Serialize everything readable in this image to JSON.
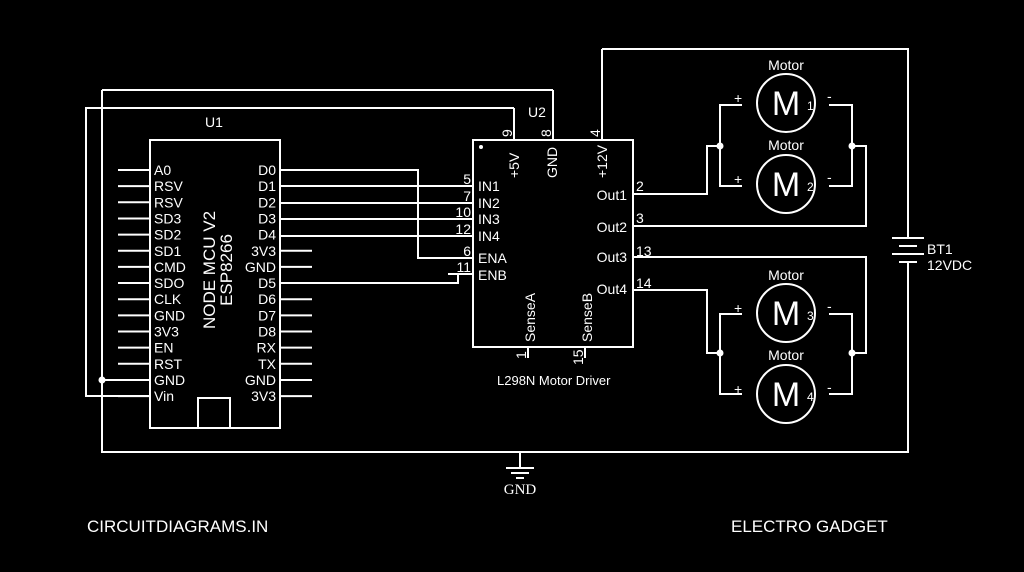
{
  "mcu": {
    "ref": "U1",
    "name_line1": "NODE MCU V2",
    "name_line2": "ESP8266",
    "left_pins": [
      "A0",
      "RSV",
      "RSV",
      "SD3",
      "SD2",
      "SD1",
      "CMD",
      "SDO",
      "CLK",
      "GND",
      "3V3",
      "EN",
      "RST",
      "GND",
      "Vin"
    ],
    "right_pins": [
      "D0",
      "D1",
      "D2",
      "D3",
      "D4",
      "3V3",
      "GND",
      "D5",
      "D6",
      "D7",
      "D8",
      "RX",
      "TX",
      "GND",
      "3V3"
    ]
  },
  "driver": {
    "ref": "U2",
    "name": "L298N Motor Driver",
    "left_pins": [
      {
        "label": "IN1",
        "num": "5"
      },
      {
        "label": "IN2",
        "num": "7"
      },
      {
        "label": "IN3",
        "num": "10"
      },
      {
        "label": "IN4",
        "num": "12"
      },
      {
        "label": "ENA",
        "num": "6"
      },
      {
        "label": "ENB",
        "num": "11"
      }
    ],
    "top_pins": [
      {
        "label": "+5V",
        "num": "9"
      },
      {
        "label": "GND",
        "num": "8"
      },
      {
        "label": "+12V",
        "num": "4"
      }
    ],
    "right_pins": [
      {
        "label": "Out1",
        "num": "2"
      },
      {
        "label": "Out2",
        "num": "3"
      },
      {
        "label": "Out3",
        "num": "13"
      },
      {
        "label": "Out4",
        "num": "14"
      }
    ],
    "bottom_pins": [
      {
        "label": "SenseA",
        "num": "1"
      },
      {
        "label": "SenseB",
        "num": "15"
      }
    ]
  },
  "motors": [
    {
      "title": "Motor",
      "symbol": "M",
      "num": "1",
      "plus": "+",
      "minus": "-"
    },
    {
      "title": "Motor",
      "symbol": "M",
      "num": "2",
      "plus": "+",
      "minus": "-"
    },
    {
      "title": "Motor",
      "symbol": "M",
      "num": "3",
      "plus": "+",
      "minus": "-"
    },
    {
      "title": "Motor",
      "symbol": "M",
      "num": "4",
      "plus": "+",
      "minus": "-"
    }
  ],
  "battery": {
    "ref": "BT1",
    "value": "12VDC"
  },
  "ground": {
    "label": "GND"
  },
  "footer": {
    "left": "CIRCUITDIAGRAMS.IN",
    "right": "ELECTRO GADGET"
  }
}
